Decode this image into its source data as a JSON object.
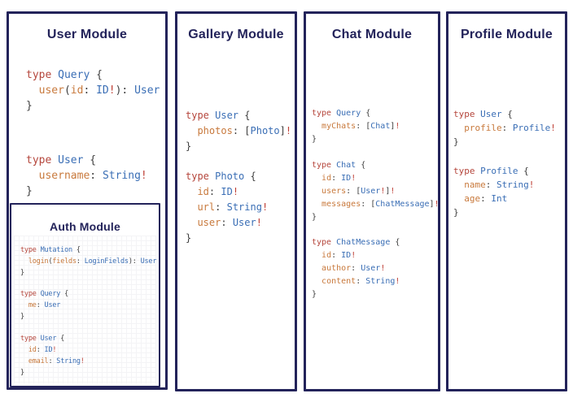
{
  "palette": {
    "navy": "#23235a",
    "keyword": "#b5463c",
    "type": "#3a6eb5",
    "field": "#c8793c",
    "bang": "#bf4036",
    "punct": "#3f3f3f"
  },
  "modules": {
    "user": {
      "title": "User Module",
      "blocks": [
        [
          [
            [
              "k",
              "type "
            ],
            [
              "t",
              "Query "
            ],
            [
              "p",
              "{"
            ]
          ],
          [
            [
              "p",
              "  "
            ],
            [
              "f",
              "user"
            ],
            [
              "p",
              "("
            ],
            [
              "f",
              "id"
            ],
            [
              "p",
              ": "
            ],
            [
              "t",
              "ID"
            ],
            [
              "b",
              "!"
            ],
            [
              "p",
              "): "
            ],
            [
              "t",
              "User"
            ]
          ],
          [
            [
              "p",
              "}"
            ]
          ]
        ],
        [
          [
            [
              "k",
              "type "
            ],
            [
              "t",
              "User "
            ],
            [
              "p",
              "{"
            ]
          ],
          [
            [
              "p",
              "  "
            ],
            [
              "f",
              "username"
            ],
            [
              "p",
              ": "
            ],
            [
              "t",
              "String"
            ],
            [
              "b",
              "!"
            ]
          ],
          [
            [
              "p",
              "}"
            ]
          ]
        ]
      ]
    },
    "auth": {
      "title": "Auth Module",
      "blocks": [
        [
          [
            [
              "k",
              "type "
            ],
            [
              "t",
              "Mutation "
            ],
            [
              "p",
              "{"
            ]
          ],
          [
            [
              "p",
              "  "
            ],
            [
              "f",
              "login"
            ],
            [
              "p",
              "("
            ],
            [
              "f",
              "fields"
            ],
            [
              "p",
              ": "
            ],
            [
              "t",
              "LoginFields"
            ],
            [
              "p",
              "): "
            ],
            [
              "t",
              "User"
            ]
          ],
          [
            [
              "p",
              "}"
            ]
          ]
        ],
        [
          [
            [
              "k",
              "type "
            ],
            [
              "t",
              "Query "
            ],
            [
              "p",
              "{"
            ]
          ],
          [
            [
              "p",
              "  "
            ],
            [
              "f",
              "me"
            ],
            [
              "p",
              ": "
            ],
            [
              "t",
              "User"
            ]
          ],
          [
            [
              "p",
              "}"
            ]
          ]
        ],
        [
          [
            [
              "k",
              "type "
            ],
            [
              "t",
              "User "
            ],
            [
              "p",
              "{"
            ]
          ],
          [
            [
              "p",
              "  "
            ],
            [
              "f",
              "id"
            ],
            [
              "p",
              ": "
            ],
            [
              "t",
              "ID"
            ],
            [
              "b",
              "!"
            ]
          ],
          [
            [
              "p",
              "  "
            ],
            [
              "f",
              "email"
            ],
            [
              "p",
              ": "
            ],
            [
              "t",
              "String"
            ],
            [
              "b",
              "!"
            ]
          ],
          [
            [
              "p",
              "}"
            ]
          ]
        ]
      ]
    },
    "gallery": {
      "title": "Gallery Module",
      "blocks": [
        [
          [
            [
              "k",
              "type "
            ],
            [
              "t",
              "User "
            ],
            [
              "p",
              "{"
            ]
          ],
          [
            [
              "p",
              "  "
            ],
            [
              "f",
              "photos"
            ],
            [
              "p",
              ": ["
            ],
            [
              "t",
              "Photo"
            ],
            [
              "p",
              "]"
            ],
            [
              "b",
              "!"
            ]
          ],
          [
            [
              "p",
              "}"
            ]
          ]
        ],
        [
          [
            [
              "k",
              "type "
            ],
            [
              "t",
              "Photo "
            ],
            [
              "p",
              "{"
            ]
          ],
          [
            [
              "p",
              "  "
            ],
            [
              "f",
              "id"
            ],
            [
              "p",
              ": "
            ],
            [
              "t",
              "ID"
            ],
            [
              "b",
              "!"
            ]
          ],
          [
            [
              "p",
              "  "
            ],
            [
              "f",
              "url"
            ],
            [
              "p",
              ": "
            ],
            [
              "t",
              "String"
            ],
            [
              "b",
              "!"
            ]
          ],
          [
            [
              "p",
              "  "
            ],
            [
              "f",
              "user"
            ],
            [
              "p",
              ": "
            ],
            [
              "t",
              "User"
            ],
            [
              "b",
              "!"
            ]
          ],
          [
            [
              "p",
              "}"
            ]
          ]
        ]
      ]
    },
    "chat": {
      "title": "Chat Module",
      "blocks": [
        [
          [
            [
              "k",
              "type "
            ],
            [
              "t",
              "Query "
            ],
            [
              "p",
              "{"
            ]
          ],
          [
            [
              "p",
              "  "
            ],
            [
              "f",
              "myChats"
            ],
            [
              "p",
              ": ["
            ],
            [
              "t",
              "Chat"
            ],
            [
              "p",
              "]"
            ],
            [
              "b",
              "!"
            ]
          ],
          [
            [
              "p",
              "}"
            ]
          ]
        ],
        [
          [
            [
              "k",
              "type "
            ],
            [
              "t",
              "Chat "
            ],
            [
              "p",
              "{"
            ]
          ],
          [
            [
              "p",
              "  "
            ],
            [
              "f",
              "id"
            ],
            [
              "p",
              ": "
            ],
            [
              "t",
              "ID"
            ],
            [
              "b",
              "!"
            ]
          ],
          [
            [
              "p",
              "  "
            ],
            [
              "f",
              "users"
            ],
            [
              "p",
              ": ["
            ],
            [
              "t",
              "User"
            ],
            [
              "b",
              "!"
            ],
            [
              "p",
              "]"
            ],
            [
              "b",
              "!"
            ]
          ],
          [
            [
              "p",
              "  "
            ],
            [
              "f",
              "messages"
            ],
            [
              "p",
              ": ["
            ],
            [
              "t",
              "ChatMessage"
            ],
            [
              "p",
              "]"
            ],
            [
              "b",
              "!"
            ]
          ],
          [
            [
              "p",
              "}"
            ]
          ]
        ],
        [
          [
            [
              "k",
              "type "
            ],
            [
              "t",
              "ChatMessage "
            ],
            [
              "p",
              "{"
            ]
          ],
          [
            [
              "p",
              "  "
            ],
            [
              "f",
              "id"
            ],
            [
              "p",
              ": "
            ],
            [
              "t",
              "ID"
            ],
            [
              "b",
              "!"
            ]
          ],
          [
            [
              "p",
              "  "
            ],
            [
              "f",
              "author"
            ],
            [
              "p",
              ": "
            ],
            [
              "t",
              "User"
            ],
            [
              "b",
              "!"
            ]
          ],
          [
            [
              "p",
              "  "
            ],
            [
              "f",
              "content"
            ],
            [
              "p",
              ": "
            ],
            [
              "t",
              "String"
            ],
            [
              "b",
              "!"
            ]
          ],
          [
            [
              "p",
              "}"
            ]
          ]
        ]
      ]
    },
    "profile": {
      "title": "Profile Module",
      "blocks": [
        [
          [
            [
              "k",
              "type "
            ],
            [
              "t",
              "User "
            ],
            [
              "p",
              "{"
            ]
          ],
          [
            [
              "p",
              "  "
            ],
            [
              "f",
              "profile"
            ],
            [
              "p",
              ": "
            ],
            [
              "t",
              "Profile"
            ],
            [
              "b",
              "!"
            ]
          ],
          [
            [
              "p",
              "}"
            ]
          ]
        ],
        [
          [
            [
              "k",
              "type "
            ],
            [
              "t",
              "Profile "
            ],
            [
              "p",
              "{"
            ]
          ],
          [
            [
              "p",
              "  "
            ],
            [
              "f",
              "name"
            ],
            [
              "p",
              ": "
            ],
            [
              "t",
              "String"
            ],
            [
              "b",
              "!"
            ]
          ],
          [
            [
              "p",
              "  "
            ],
            [
              "f",
              "age"
            ],
            [
              "p",
              ": "
            ],
            [
              "t",
              "Int"
            ]
          ],
          [
            [
              "p",
              "}"
            ]
          ]
        ]
      ]
    }
  }
}
